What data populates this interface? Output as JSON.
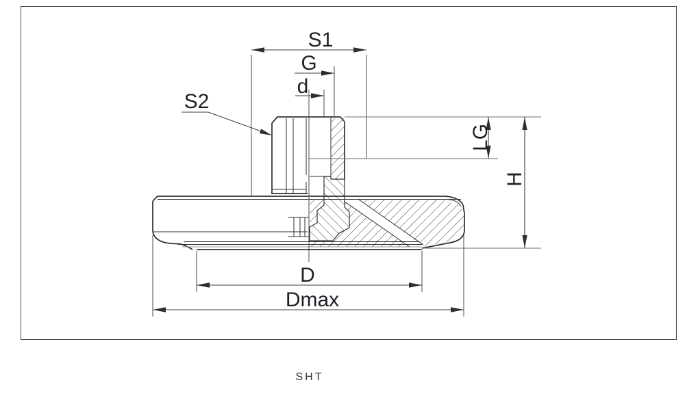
{
  "drawing": {
    "caption": "SHT",
    "labels": {
      "s1": "S1",
      "g": "G",
      "d": "d",
      "s2": "S2",
      "lg": "LG",
      "h": "H",
      "diameter": "D",
      "dmax": "Dmax"
    },
    "colors": {
      "background": "#ffffff",
      "frame_border": "#4a4a4a",
      "part_outline": "#2e2e2e",
      "dimension_lines": "#3d3d3d",
      "reference_lines": "#6e6e6e",
      "label_text": "#1c2026",
      "caption_text": "#333333"
    }
  }
}
